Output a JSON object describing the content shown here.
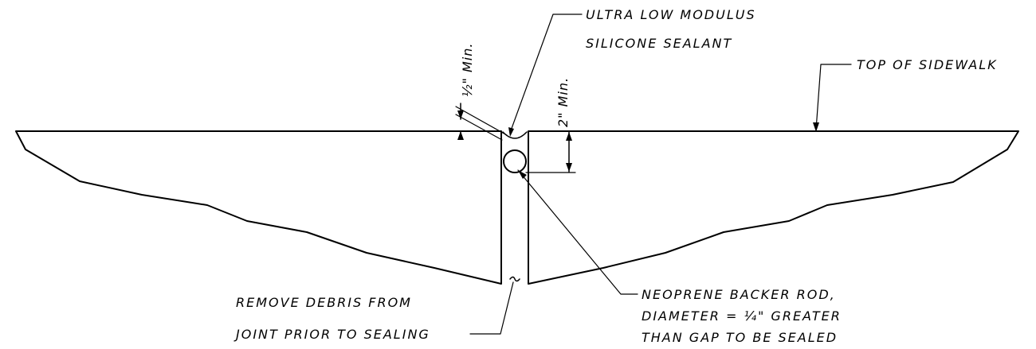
{
  "labels": {
    "sealant_line1": "ULTRA LOW MODULUS",
    "sealant_line2": "SILICONE SEALANT",
    "top_of_sidewalk": "TOP OF SIDEWALK",
    "debris_line1": "REMOVE DEBRIS FROM",
    "debris_line2": "JOINT PRIOR TO SEALING",
    "backer_line1": "NEOPRENE BACKER ROD,",
    "backer_line2": "DIAMETER = ¼\" GREATER",
    "backer_line3": "THAN GAP TO BE SEALED"
  },
  "dimensions": {
    "half_inch_min": "½\" Min.",
    "two_inch_min": "2\" Min."
  }
}
